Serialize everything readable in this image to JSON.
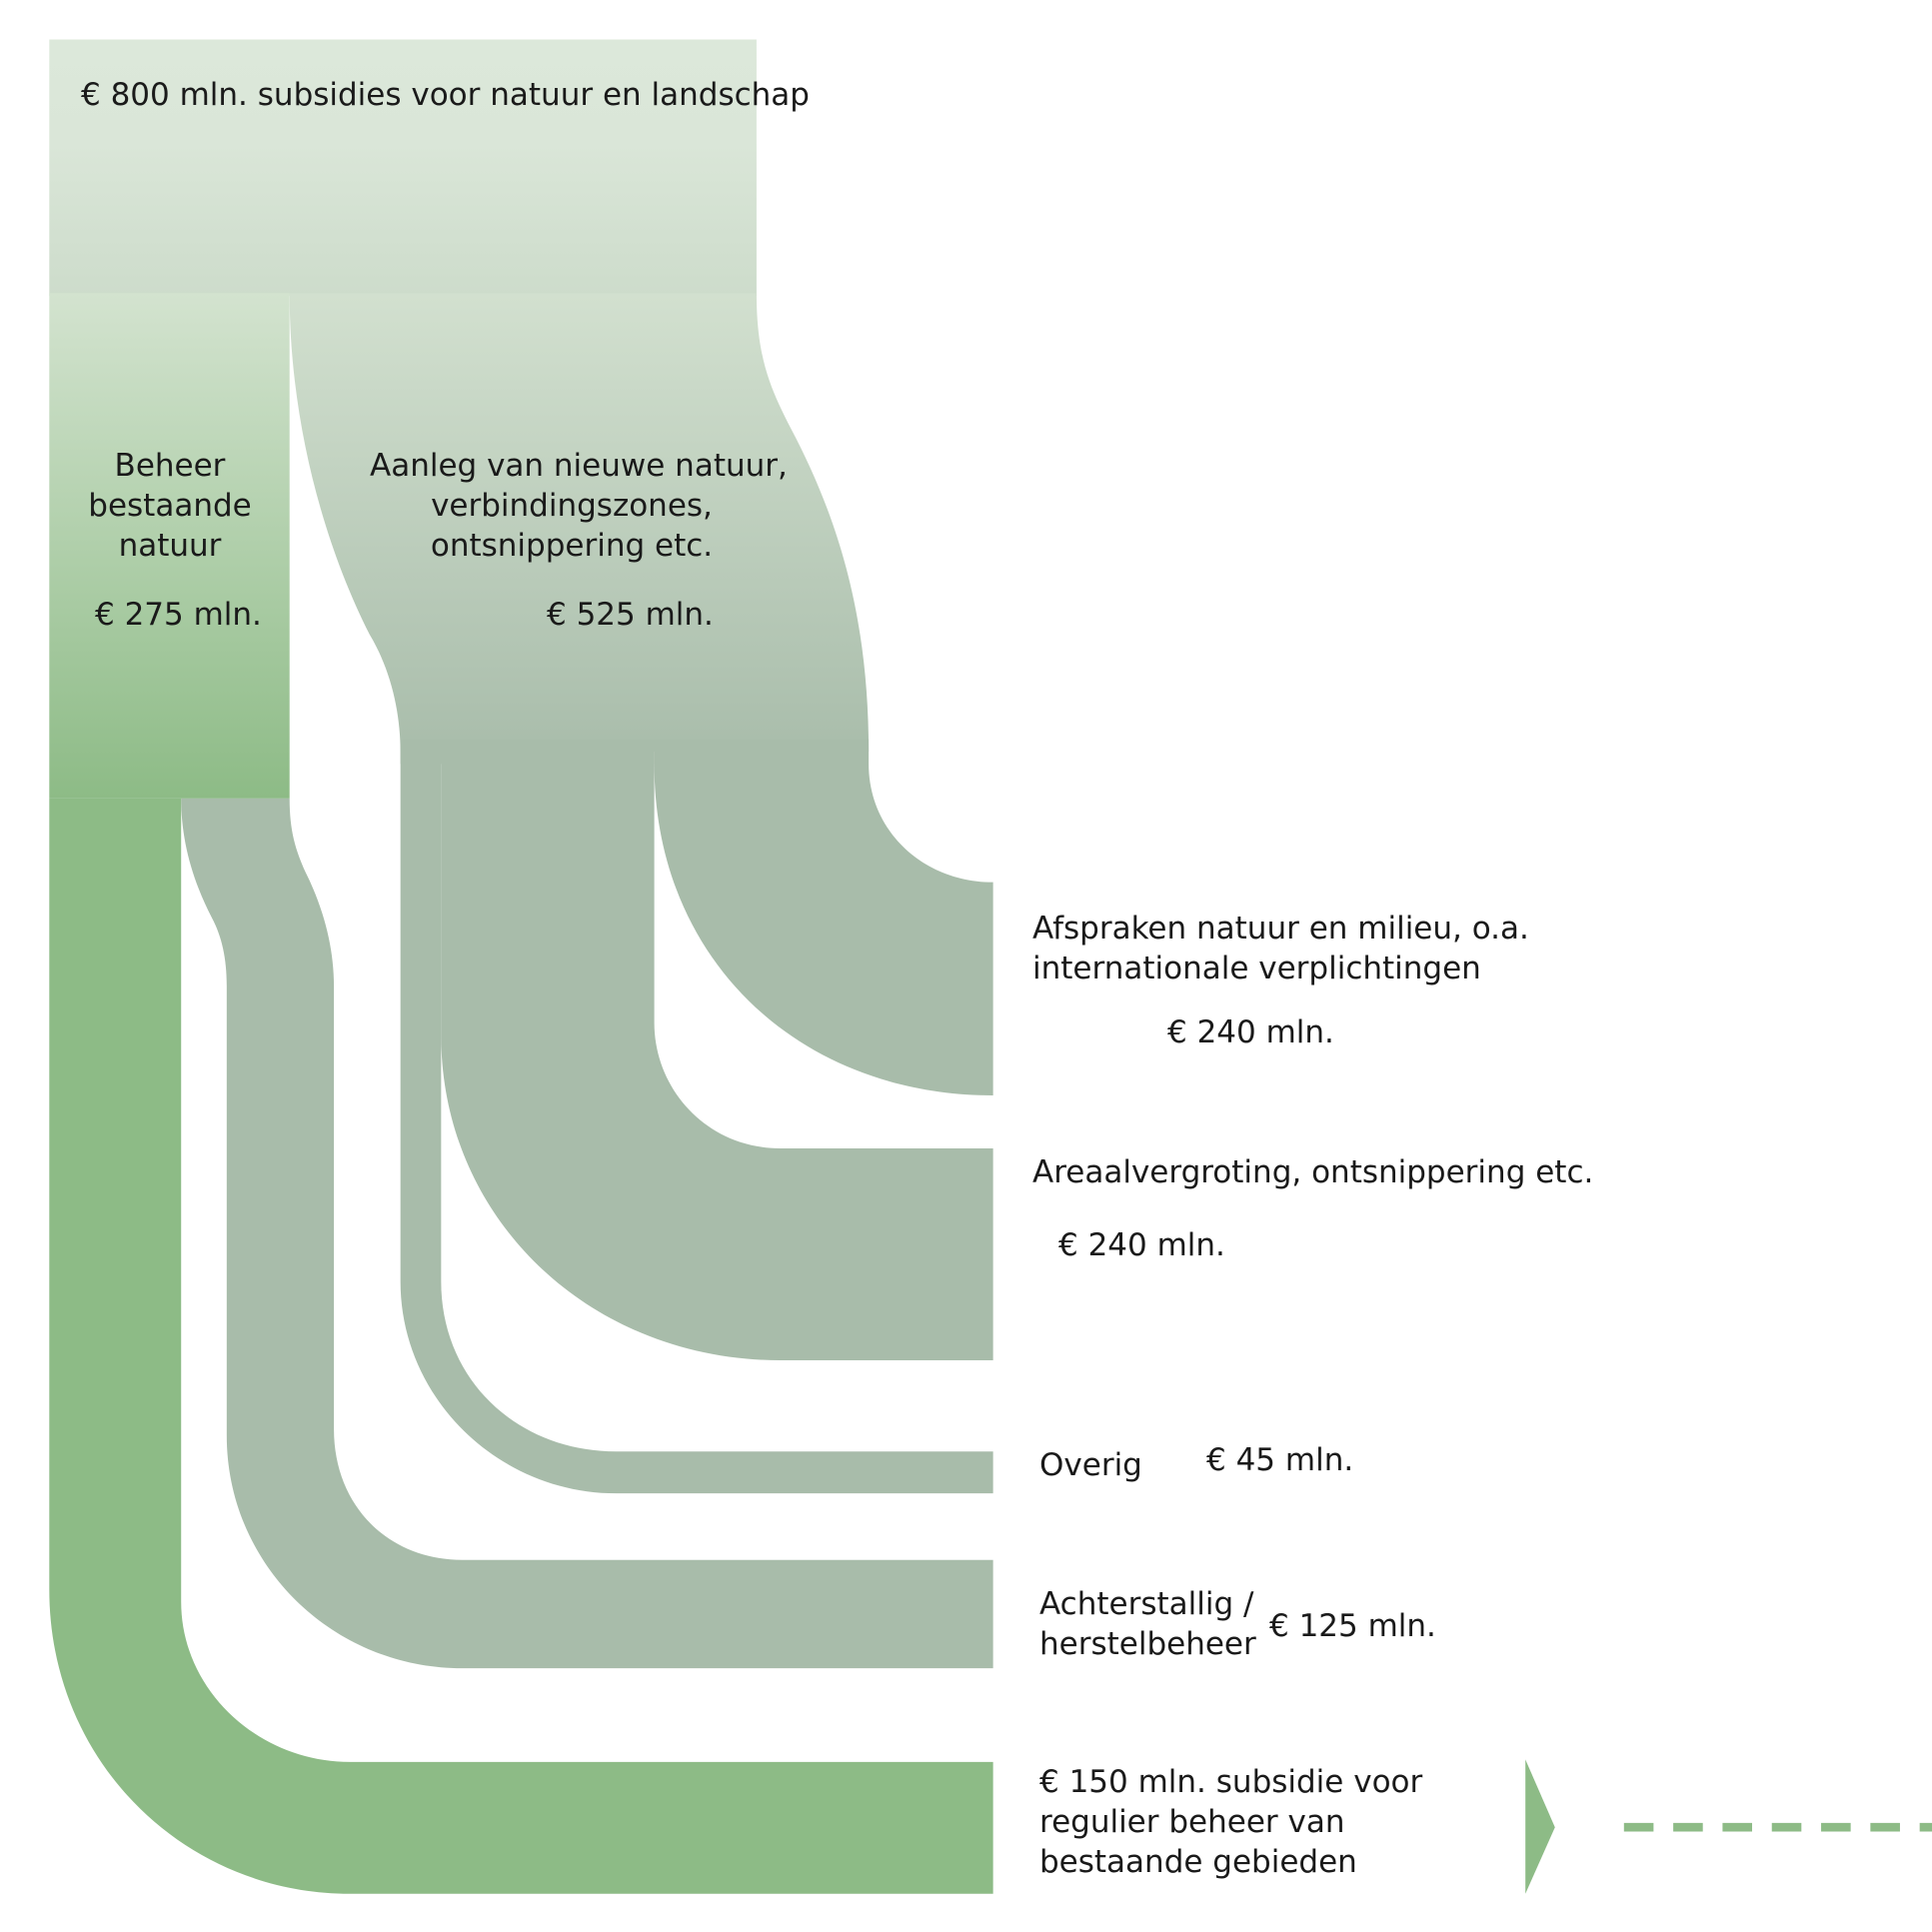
{
  "total": {
    "label": "€ 800 mln. subsidies voor natuur en landschap",
    "value_mln": 800
  },
  "beheer": {
    "lines": [
      "Beheer",
      "bestaande",
      "natuur"
    ],
    "amount": "€ 275 mln.",
    "value_mln": 275
  },
  "aanleg": {
    "lines": [
      "Aanleg van nieuwe natuur,",
      "verbindingszones,",
      "ontsnippering etc."
    ],
    "amount": "€ 525 mln.",
    "value_mln": 525
  },
  "outputs": [
    {
      "lines": [
        "Afspraken natuur en milieu, o.a.",
        "internationale verplichtingen"
      ],
      "amount": "€ 240 mln.",
      "value_mln": 240
    },
    {
      "lines": [
        "Areaalvergroting, ontsnippering etc."
      ],
      "amount": "€ 240 mln.",
      "value_mln": 240
    },
    {
      "lines": [
        "Overig"
      ],
      "amount": "€ 45 mln.",
      "value_mln": 45
    },
    {
      "lines": [
        "Achterstallig /",
        "herstelbeheer"
      ],
      "amount": "€ 125 mln.",
      "value_mln": 125
    },
    {
      "lines": [
        "€ 150 mln. subsidie voor",
        "regulier beheer van",
        "bestaande gebieden"
      ],
      "value_mln": 150
    }
  ],
  "colors": {
    "total_top": "#dce8da",
    "total_mid": "#cad9c6",
    "beheer": "#8dbb86",
    "aanleg": "#a8bcaa",
    "background": "#ffffff"
  },
  "icons": {
    "continue_arrow": "triangle-right-icon",
    "continue_line": "dashed-line-icon"
  }
}
